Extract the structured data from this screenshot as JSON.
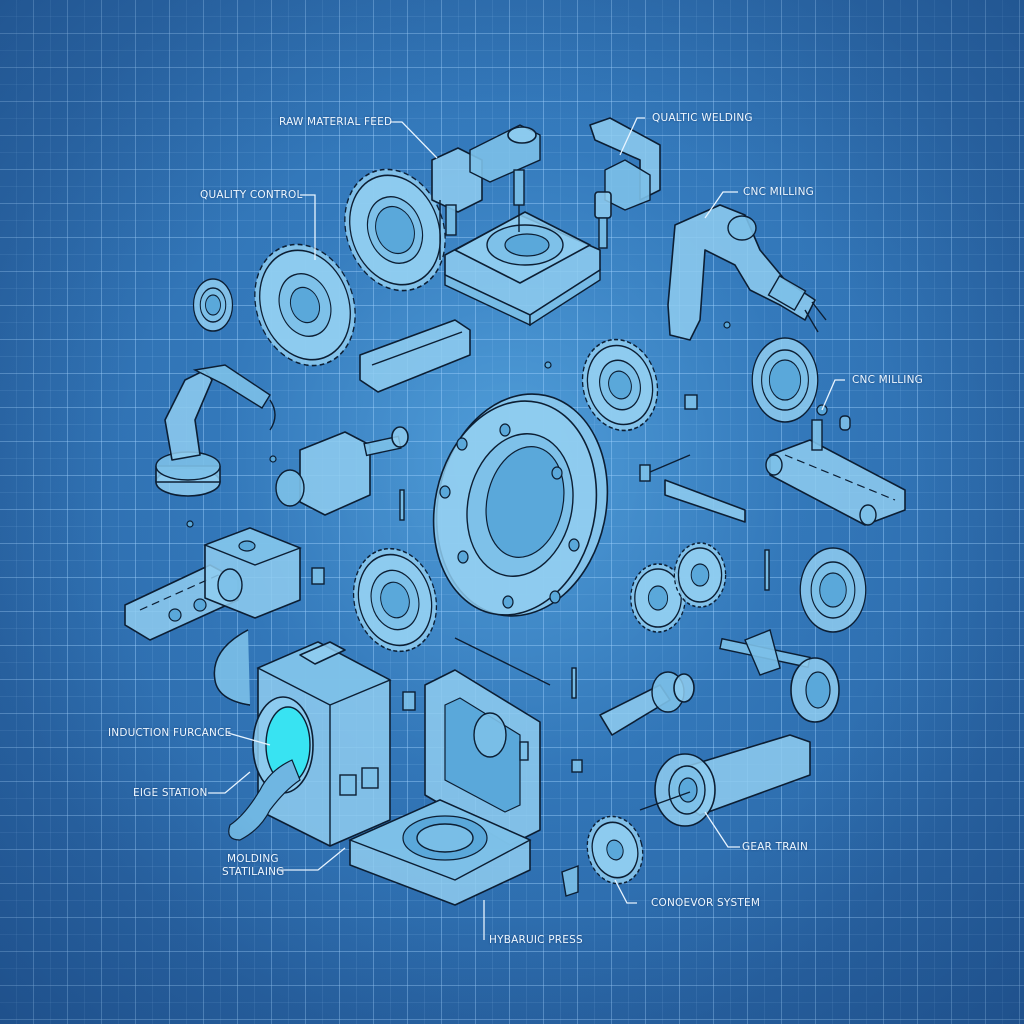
{
  "diagram": {
    "style": "blueprint",
    "background_color": "#2c6aab",
    "grid_color": "#a0d2ff",
    "part_fill_color": "#8fcdf0",
    "line_color": "#0c1e33",
    "label_color": "#eef7ff",
    "molten_color": "#38e3f2"
  },
  "labels": {
    "raw_material_feed": "RAW MATERIAL FEED",
    "qualtic_welding": "QUALTIC WELDING",
    "quality_control": "QUALITY CONTROL",
    "cnc_milling_top": "CNC MILLING",
    "cnc_milling_right": "CNC MILLING",
    "induction_furnace": "INDUCTION FURCANCE",
    "die_station": "EIGE STATION",
    "molding_station_line1": "MOLDING",
    "molding_station_line2": "STATILAING",
    "hydraulic_press": "HYBARUIC PRESS",
    "conveyor_system": "CONOEVOR SYSTEM",
    "gear_train": "GEAR TRAIN"
  },
  "components": [
    {
      "id": "milling-station",
      "name": "CNC milling station with workpiece flange"
    },
    {
      "id": "welding-arm",
      "name": "Welding arm"
    },
    {
      "id": "large-gear-top",
      "name": "Spur gear"
    },
    {
      "id": "gear-left",
      "name": "Spur gear"
    },
    {
      "id": "bearing-left",
      "name": "Ball bearing"
    },
    {
      "id": "robot-arm-cnc",
      "name": "Robotic arm (CNC milling)"
    },
    {
      "id": "linear-rail",
      "name": "Linear rail"
    },
    {
      "id": "gear-center-right",
      "name": "Spur gear"
    },
    {
      "id": "bearing-right",
      "name": "Ball bearing"
    },
    {
      "id": "robot-arm-left",
      "name": "Articulated robot arm"
    },
    {
      "id": "actuator-block",
      "name": "Actuator block"
    },
    {
      "id": "large-flange",
      "name": "Bolted flange ring"
    },
    {
      "id": "conveyor-right",
      "name": "Conveyor with sensors"
    },
    {
      "id": "conveyor-left",
      "name": "Conveyor with drive housing"
    },
    {
      "id": "gear-center",
      "name": "Spur gear"
    },
    {
      "id": "gear-pair",
      "name": "Meshing gear pair"
    },
    {
      "id": "bearing-right-lower",
      "name": "Ring bearing"
    },
    {
      "id": "furnace",
      "name": "Induction furnace"
    },
    {
      "id": "frame",
      "name": "Mold frame"
    },
    {
      "id": "mold-base",
      "name": "Molding base"
    },
    {
      "id": "shaft",
      "name": "Stepped shaft"
    },
    {
      "id": "spindle",
      "name": "Spindle assembly"
    },
    {
      "id": "roller-press",
      "name": "Roller press"
    },
    {
      "id": "gear-bottom",
      "name": "Spur gear"
    }
  ]
}
